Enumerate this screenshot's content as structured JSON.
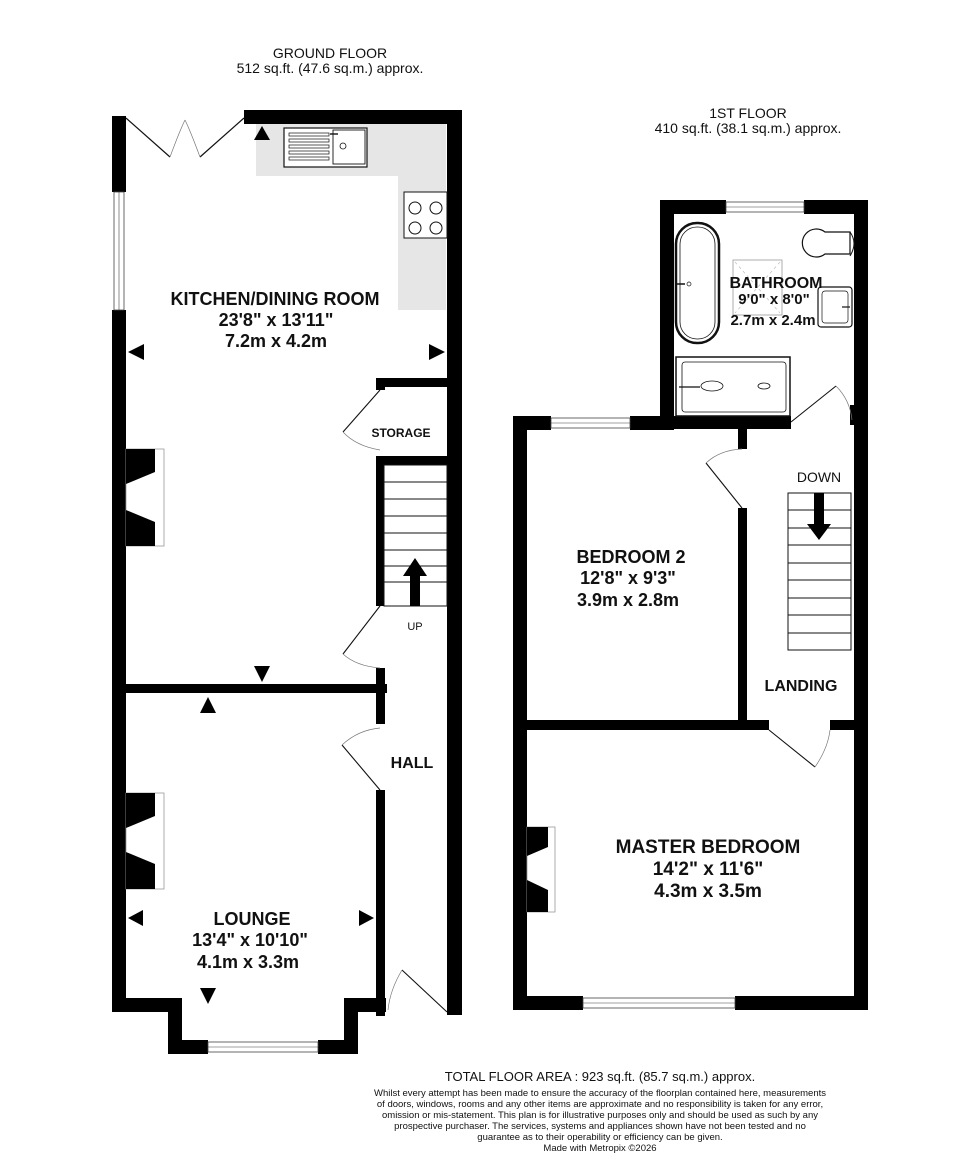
{
  "ground_floor": {
    "title": "GROUND FLOOR",
    "area": "512 sq.ft. (47.6 sq.m.) approx.",
    "rooms": {
      "kitchen": {
        "name": "KITCHEN/DINING ROOM",
        "imperial": "23'8\"  x 13'11\"",
        "metric": "7.2m  x 4.2m"
      },
      "storage": {
        "name": "STORAGE"
      },
      "hall": {
        "name": "HALL"
      },
      "lounge": {
        "name": "LOUNGE",
        "imperial": "13'4\"  x 10'10\"",
        "metric": "4.1m  x 3.3m"
      }
    },
    "stairs_label": "UP"
  },
  "first_floor": {
    "title": "1ST FLOOR",
    "area": "410 sq.ft. (38.1 sq.m.) approx.",
    "rooms": {
      "bathroom": {
        "name": "BATHROOM",
        "imperial": "9'0\"  x 8'0\"",
        "metric": "2.7m  x 2.4m"
      },
      "bedroom2": {
        "name": "BEDROOM 2",
        "imperial": "12'8\"  x 9'3\"",
        "metric": "3.9m  x 2.8m"
      },
      "landing": {
        "name": "LANDING"
      },
      "master": {
        "name": "MASTER BEDROOM",
        "imperial": "14'2\"  x 11'6\"",
        "metric": "4.3m  x 3.5m"
      }
    },
    "stairs_label": "DOWN"
  },
  "footer": {
    "total": "TOTAL FLOOR AREA : 923 sq.ft. (85.7 sq.m.) approx.",
    "disclaimer": "Whilst every attempt has been made to ensure the accuracy of the floorplan contained here, measurements of doors, windows, rooms and any other items are approximate and no responsibility is taken for any error, omission or mis-statement. This plan is for illustrative purposes only and should be used as such by any prospective purchaser. The services, systems and appliances shown have not been tested and no guarantee as to their operability or efficiency can be given.",
    "made_with": "Made with Metropix ©2026"
  },
  "colors": {
    "wall": "#000000",
    "counter": "#e6e6e6",
    "window": "#ffffff"
  }
}
